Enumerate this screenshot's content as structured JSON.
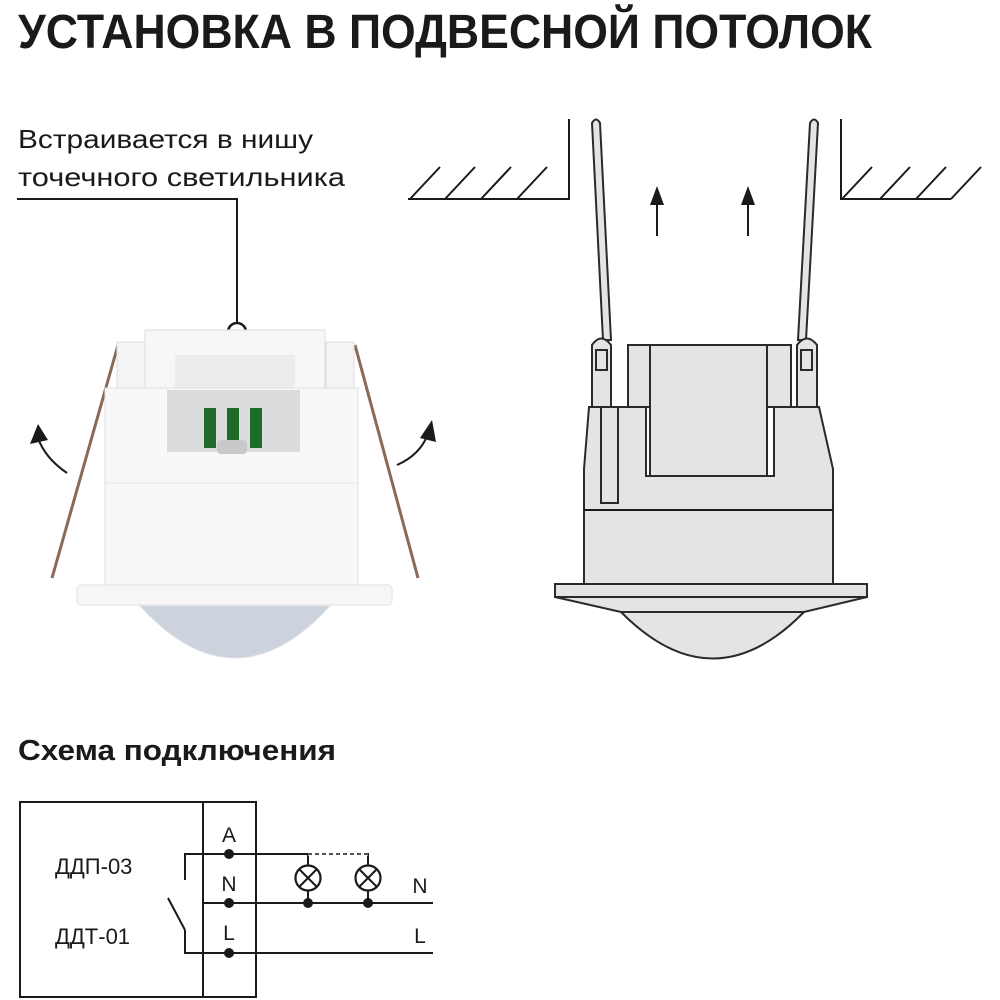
{
  "title": "УСТАНОВКА В ПОДВЕСНОЙ ПОТОЛОК",
  "callout": {
    "line1": "Встраивается в нишу",
    "line2": "точечного светильника"
  },
  "wiring": {
    "heading": "Схема подключения",
    "device_model_1": "ДДП-03",
    "device_model_2": "ДДТ-01",
    "terminal_a": "A",
    "terminal_n": "N",
    "terminal_l": "L",
    "line_n": "N",
    "line_l": "L"
  },
  "colors": {
    "text": "#1a1a1a",
    "drawing_fill": "#e4e4e4",
    "terminal_green": "#1f6b2a",
    "spring_metal": "#8a6a55"
  }
}
